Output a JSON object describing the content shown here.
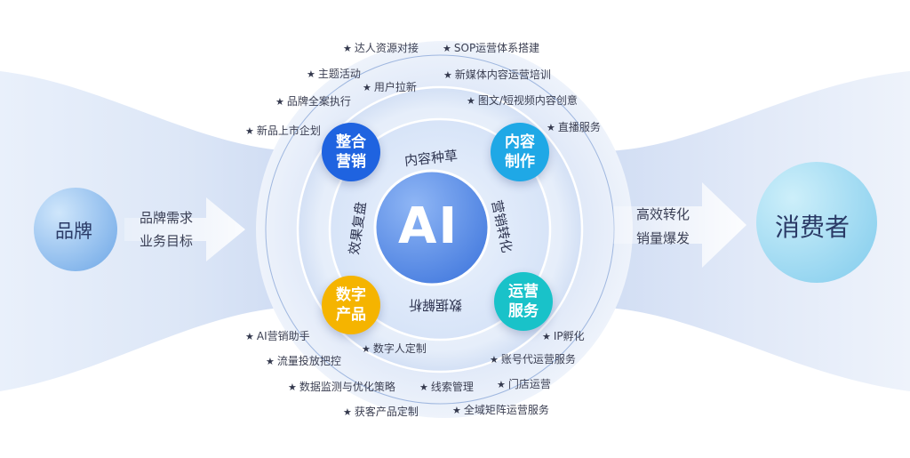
{
  "left": {
    "brand": "品牌",
    "need_line1": "品牌需求",
    "need_line2": "业务目标"
  },
  "right": {
    "consumer": "消费者",
    "result_line1": "高效转化",
    "result_line2": "销量爆发"
  },
  "center": {
    "core": "AI"
  },
  "nodes": {
    "integrated": {
      "line1": "整合",
      "line2": "营销"
    },
    "content": {
      "line1": "内容",
      "line2": "制作"
    },
    "digital": {
      "line1": "数字",
      "line2": "产品"
    },
    "operation": {
      "line1": "运营",
      "line2": "服务"
    }
  },
  "ring": {
    "top": "内容种草",
    "right": "营销转化",
    "bottom": "数据解析",
    "left": "效果复盘"
  },
  "services_top": [
    "达人资源对接",
    "SOP运营体系搭建",
    "主题活动",
    "新媒体内容运营培训",
    "用户拉新",
    "品牌全案执行",
    "图文/短视频内容创意",
    "新品上市企划",
    "直播服务"
  ],
  "services_bottom": [
    "AI营销助手",
    "IP孵化",
    "数字人定制",
    "流量投放把控",
    "账号代运营服务",
    "数据监测与优化策略",
    "线索管理",
    "门店运营",
    "获客产品定制",
    "全域矩阵运营服务"
  ],
  "colors": {
    "integrated": "#1f63e0",
    "content": "#1fa8e6",
    "digital": "#f5b400",
    "operation": "#19c2c9",
    "core": "#5b8fe8"
  }
}
